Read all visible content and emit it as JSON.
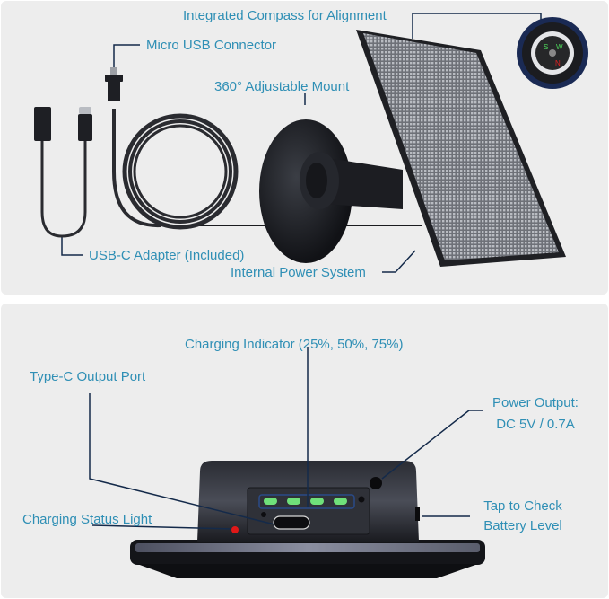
{
  "top_panel": {
    "labels": {
      "compass": "Integrated Compass for Alignment",
      "micro_usb": "Micro USB Connector",
      "mount": "360° Adjustable Mount",
      "usb_c_adapter": "USB-C Adapter (Included)",
      "power_system": "Internal Power System"
    }
  },
  "bottom_panel": {
    "labels": {
      "charging_indicator": "Charging Indicator (25%, 50%, 75%)",
      "type_c_port": "Type-C Output Port",
      "power_output_line1": "Power Output:",
      "power_output_line2": "DC 5V / 0.7A",
      "status_light": "Charging Status Light",
      "tap_line1": "Tap to Check",
      "tap_line2": "Battery Level"
    },
    "indicator_leds": 4
  },
  "colors": {
    "label_text": "#2f8fb5",
    "leader_line": "#142a4a",
    "panel_bg": "#ededed",
    "led_green": "#6fe07a",
    "status_red": "#e01818"
  }
}
